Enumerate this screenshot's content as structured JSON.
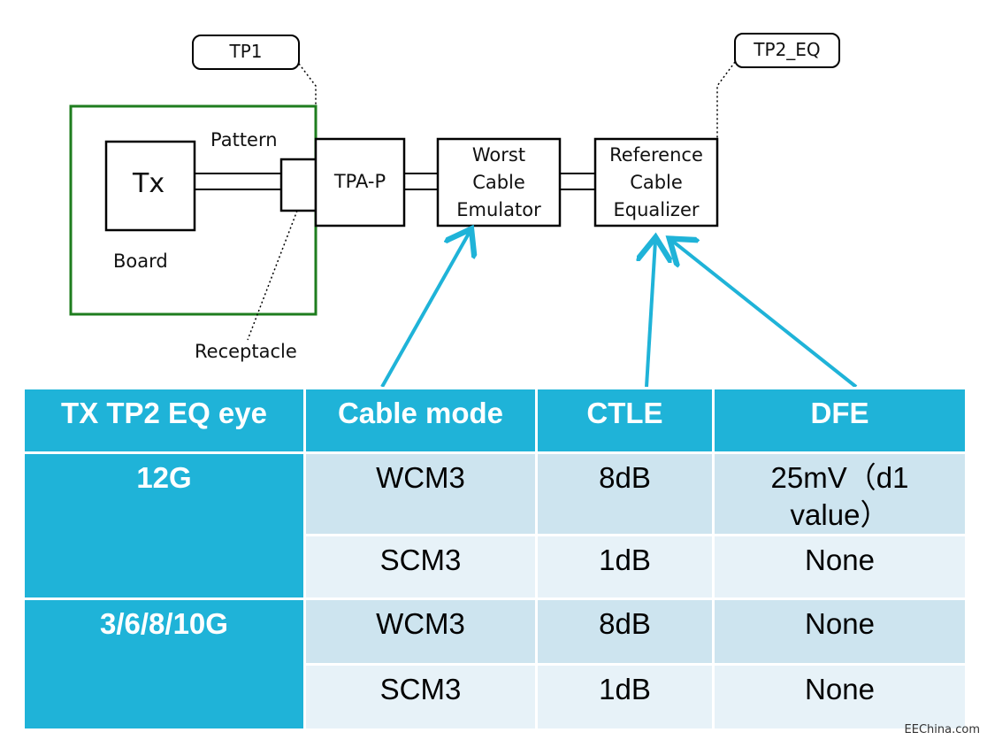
{
  "diagram": {
    "tp1_label": "TP1",
    "tp2_label": "TP2_EQ",
    "tx_label": "Tx",
    "pattern_label": "Pattern",
    "board_label": "Board",
    "receptacle_label": "Receptacle",
    "tpa_label": "TPA-P",
    "worst_cable": [
      "Worst",
      "Cable",
      "Emulator"
    ],
    "ref_cable": [
      "Reference",
      "Cable",
      "Equalizer"
    ],
    "colors": {
      "board_border": "#1e7d1e",
      "arrow": "#1fb3d8",
      "header_bg": "#1fb3d8",
      "row_dark": "#cde4ef",
      "row_light": "#e7f2f8"
    }
  },
  "table": {
    "headers": [
      "TX TP2 EQ  eye",
      "Cable mode",
      "CTLE",
      "DFE"
    ],
    "groups": [
      {
        "label": "12G",
        "rows": [
          {
            "mode": "WCM3",
            "ctle": "8dB",
            "dfe": "25mV（d1 value）"
          },
          {
            "mode": "SCM3",
            "ctle": "1dB",
            "dfe": "None"
          }
        ]
      },
      {
        "label": "3/6/8/10G",
        "rows": [
          {
            "mode": "WCM3",
            "ctle": "8dB",
            "dfe": "None"
          },
          {
            "mode": "SCM3",
            "ctle": "1dB",
            "dfe": "None"
          }
        ]
      }
    ]
  },
  "watermark": "EEChina.com"
}
